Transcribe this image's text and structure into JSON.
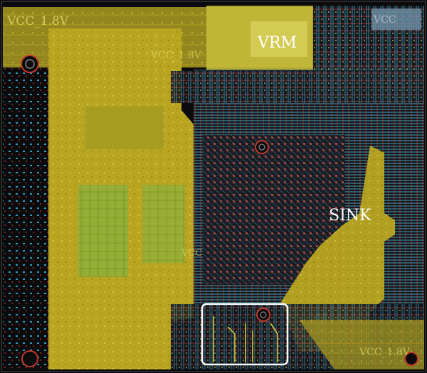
{
  "labels": {
    "vrm": "VRM",
    "sink": "SINK",
    "vcc_top_left": "VCC_1.8V",
    "vcc_mid": "VCC_1.8V",
    "vcc_left_mid": "VCC",
    "vcc_bottom_right": "VCC_1.8V",
    "vcc_top_right": "VCC"
  },
  "colors": {
    "background": "#0b0b0d",
    "copper_yellow": "#b9a520",
    "copper_olive": "#8f8a1d",
    "copper_green": "#7fb43a",
    "trace_cyan": "#3aa9c8",
    "trace_red": "#c0392b",
    "label_text": "#ffffff",
    "highlight_box": "#ffffff"
  }
}
